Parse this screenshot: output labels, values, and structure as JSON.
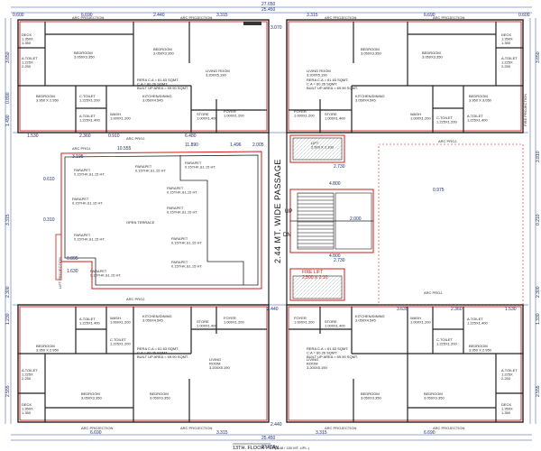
{
  "dims": {
    "top_overall": "27.650",
    "top_mid": "25.450",
    "top_left": [
      "0.600",
      "6.690",
      "2.440",
      "3.315"
    ],
    "top_right": [
      "3.315",
      "6.690",
      "0.600"
    ],
    "top_centre": "3.070",
    "left_side": [
      "3.650",
      "0.890",
      "1.490",
      "3.315",
      "2.300",
      "1.230",
      "2.555"
    ],
    "right_side": [
      "3.650",
      "3.810",
      "0.210",
      "2.300",
      "1.330",
      "2.555"
    ],
    "bottom_overall": "27.650",
    "bottom_mid": "25.450",
    "bottom_left": [
      "6.690",
      "3.315"
    ],
    "bottom_right": [
      "3.315",
      "6.690"
    ],
    "bottom_centre": "2.440",
    "mid": [
      "1.530",
      "2.360",
      "0.910",
      "6.480",
      "11.890",
      "1.496",
      "2.005",
      "3.195",
      "2.730",
      "4.800",
      "0.975",
      "2.000",
      "2.730",
      "4.800",
      "10.555",
      "0.610",
      "0.310",
      "0.895",
      "1.630",
      "3.635",
      "2.440",
      "1.530",
      "2.360"
    ]
  },
  "units": {
    "top_left": {
      "deck": "DECK\n1.350X\n1.350",
      "toilet": "A.TOILET\n1.225X\n2.250",
      "bed1": "BEDROOM\n3.050X3.350",
      "bed2": "BEDROOM\n3.050X3.350",
      "bed3": "BEDROOM\n3.950 X 2.950",
      "ctoilet": "C.TOILET\n1.225X1.200",
      "wash": "WASH\n1.000X1.200",
      "atoilet": "A.TOILET\n1.225X1.400",
      "living": "LIVING ROOM\n3.200X5.190",
      "rera": "RERA C.A = 61.63 SQMT.\nC.A = 60.26 SQMT.\nBUILT UP AREA = 69.90 SQMT.",
      "kitchen": "KITCHEN/DINING\n3.050X4.545",
      "store": "STORE\n1.000X1.400",
      "foyer": "FOYER\n1.000X1.200"
    },
    "top_right": {
      "deck": "DECK\n1.350X\n1.350",
      "toilet": "A.TOILET\n1.225X\n2.250",
      "bed1": "BEDROOM\n3.050X3.350",
      "bed2": "BEDROOM\n3.050X3.350",
      "bed3": "BEDROOM\n3.950 X 3.050",
      "ctoilet": "C.TOILET\n1.225X1.200",
      "wash": "WASH\n1.000X1.200",
      "atoilet": "A.TOILET\n1.225X1.400",
      "living": "LIVING ROOM\n3.200X5.190",
      "rera": "RERA C.A = 61.63 SQMT.\nC.A = 60.26 SQMT.\nBUILT UP AREA = 69.90 SQMT.",
      "kitchen": "KITCHEN/DINING\n3.050X4.545",
      "store": "STORE\n1.000X1.400",
      "foyer": "FOYER\n1.000X1.200"
    },
    "bottom_left": {
      "deck": "DECK\n1.350X\n1.350",
      "toilet": "A.TOILET\n1.225X\n2.250",
      "bed1": "BEDROOM\n3.050X3.350",
      "bed2": "BEDROOM\n3.050X3.350",
      "bed3": "BEDROOM\n3.950 X 2.950",
      "ctoilet": "C.TOILET\n1.225X1.200",
      "wash": "WASH\n1.000X1.200",
      "atoilet": "A.TOILET\n1.225X1.400",
      "living": "LIVING\nROOM\n3.200X5.190",
      "rera": "RERA C.A = 61.63 SQMT.\nC.A = 60.26 SQMT.\nBUILT UP AREA = 69.90 SQMT.",
      "kitchen": "KITCHEN/DINING\n3.050X4.545",
      "store": "STORE\n1.000X1.400",
      "foyer": "FOYER\n1.000X1.200"
    },
    "bottom_right": {
      "deck": "DECK\n1.350X\n1.350",
      "toilet": "A.TOILET\n1.225X\n2.250",
      "bed1": "BEDROOM\n3.050X3.350",
      "bed2": "BEDROOM\n3.050X3.350",
      "bed3": "BEDROOM\n3.950 X 2.950",
      "ctoilet": "C.TOILET\n1.225X1.200",
      "wash": "WASH\n1.000X1.200",
      "atoilet": "A.TOILET\n1.225X1.400",
      "living": "LIVING\nROOM\n3.200X5.190",
      "rera": "RERA C.A = 61.63 SQMT.\nC.A = 60.26 SQMT.\nBUILT UP AREA = 69.90 SQMT.",
      "kitchen": "KITCHEN/DINING\n3.050X4.545",
      "store": "STORE\n1.000X1.400",
      "foyer": "FOYER\n1.000X1.200"
    }
  },
  "projections": {
    "arc": "ARC PROJECTION",
    "arc_short": "ARC PROJ.",
    "fire_right": "FIRE PROJECTION",
    "lift_proj": "LIFT PROJECTION"
  },
  "terrace": {
    "open_terrace": "OPEN TERRACE",
    "parapet_labels": [
      "PARAPET\n0.15THK.&1.15 HT.",
      "PARAPET\n0.15THK.&1.15 HT.",
      "PARAPET\n0.15THK.&1.15 HT.",
      "PARAPET\n0.15THK.&1.15 HT.",
      "PARAPET\n0.15THK.&1.15 HT.",
      "PARAPET\n0.15THK.&1.15 HT.",
      "PARAPET\n0.15THK.&1.15 HT.",
      "PARAPET\n0.15THK.&1.15 HT.",
      "PARAPET\n0.15THK.&1.15 HT.",
      "PARAPET\n0.15THK.&1.15 HT."
    ]
  },
  "core": {
    "passage": "2.44 MT. WIDE PASSAGE",
    "lift": "LIFT\n2.500 X 2.100",
    "fire_lift": "FIRE LIFT\n2.500 X 2.10",
    "up": "UP",
    "dn": "DN"
  },
  "caption": "13TH. FLOOR PLAN",
  "scale": "(1:48 / 150 MT. UPL.)"
}
